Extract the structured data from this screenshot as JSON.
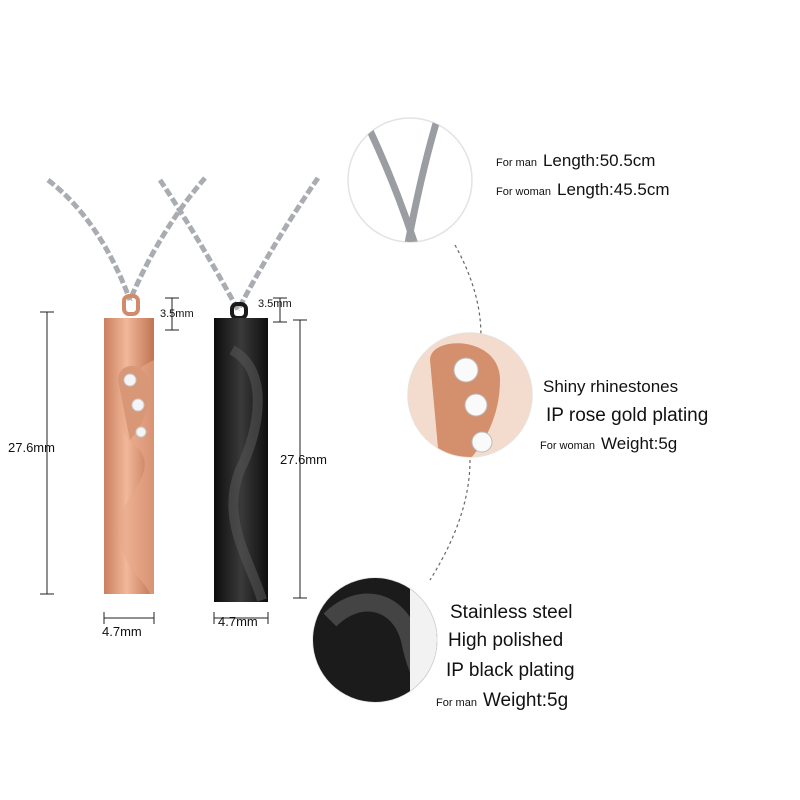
{
  "colors": {
    "rose_gold": "#e0a07f",
    "rose_gold_dark": "#b96d4c",
    "black_plating": "#1e1e1e",
    "steel_chain": "#b9bcc0"
  },
  "dimensions": {
    "loop_height_rose": "3.5mm",
    "loop_height_black": "3.5mm",
    "length_rose": "27.6mm",
    "length_black": "27.6mm",
    "width_rose": "4.7mm",
    "width_black": "4.7mm"
  },
  "chain_callout": {
    "man_tag": "For man",
    "man_length": "Length:50.5cm",
    "woman_tag": "For woman",
    "woman_length": "Length:45.5cm"
  },
  "rose_callout": {
    "feature_1": "Shiny rhinestones",
    "feature_2": "IP rose gold plating",
    "weight_tag": "For woman",
    "weight": "Weight:5g"
  },
  "black_callout": {
    "feature_1": "Stainless steel",
    "feature_2": "High polished",
    "feature_3": "IP black plating",
    "weight_tag": "For man",
    "weight": "Weight:5g"
  }
}
